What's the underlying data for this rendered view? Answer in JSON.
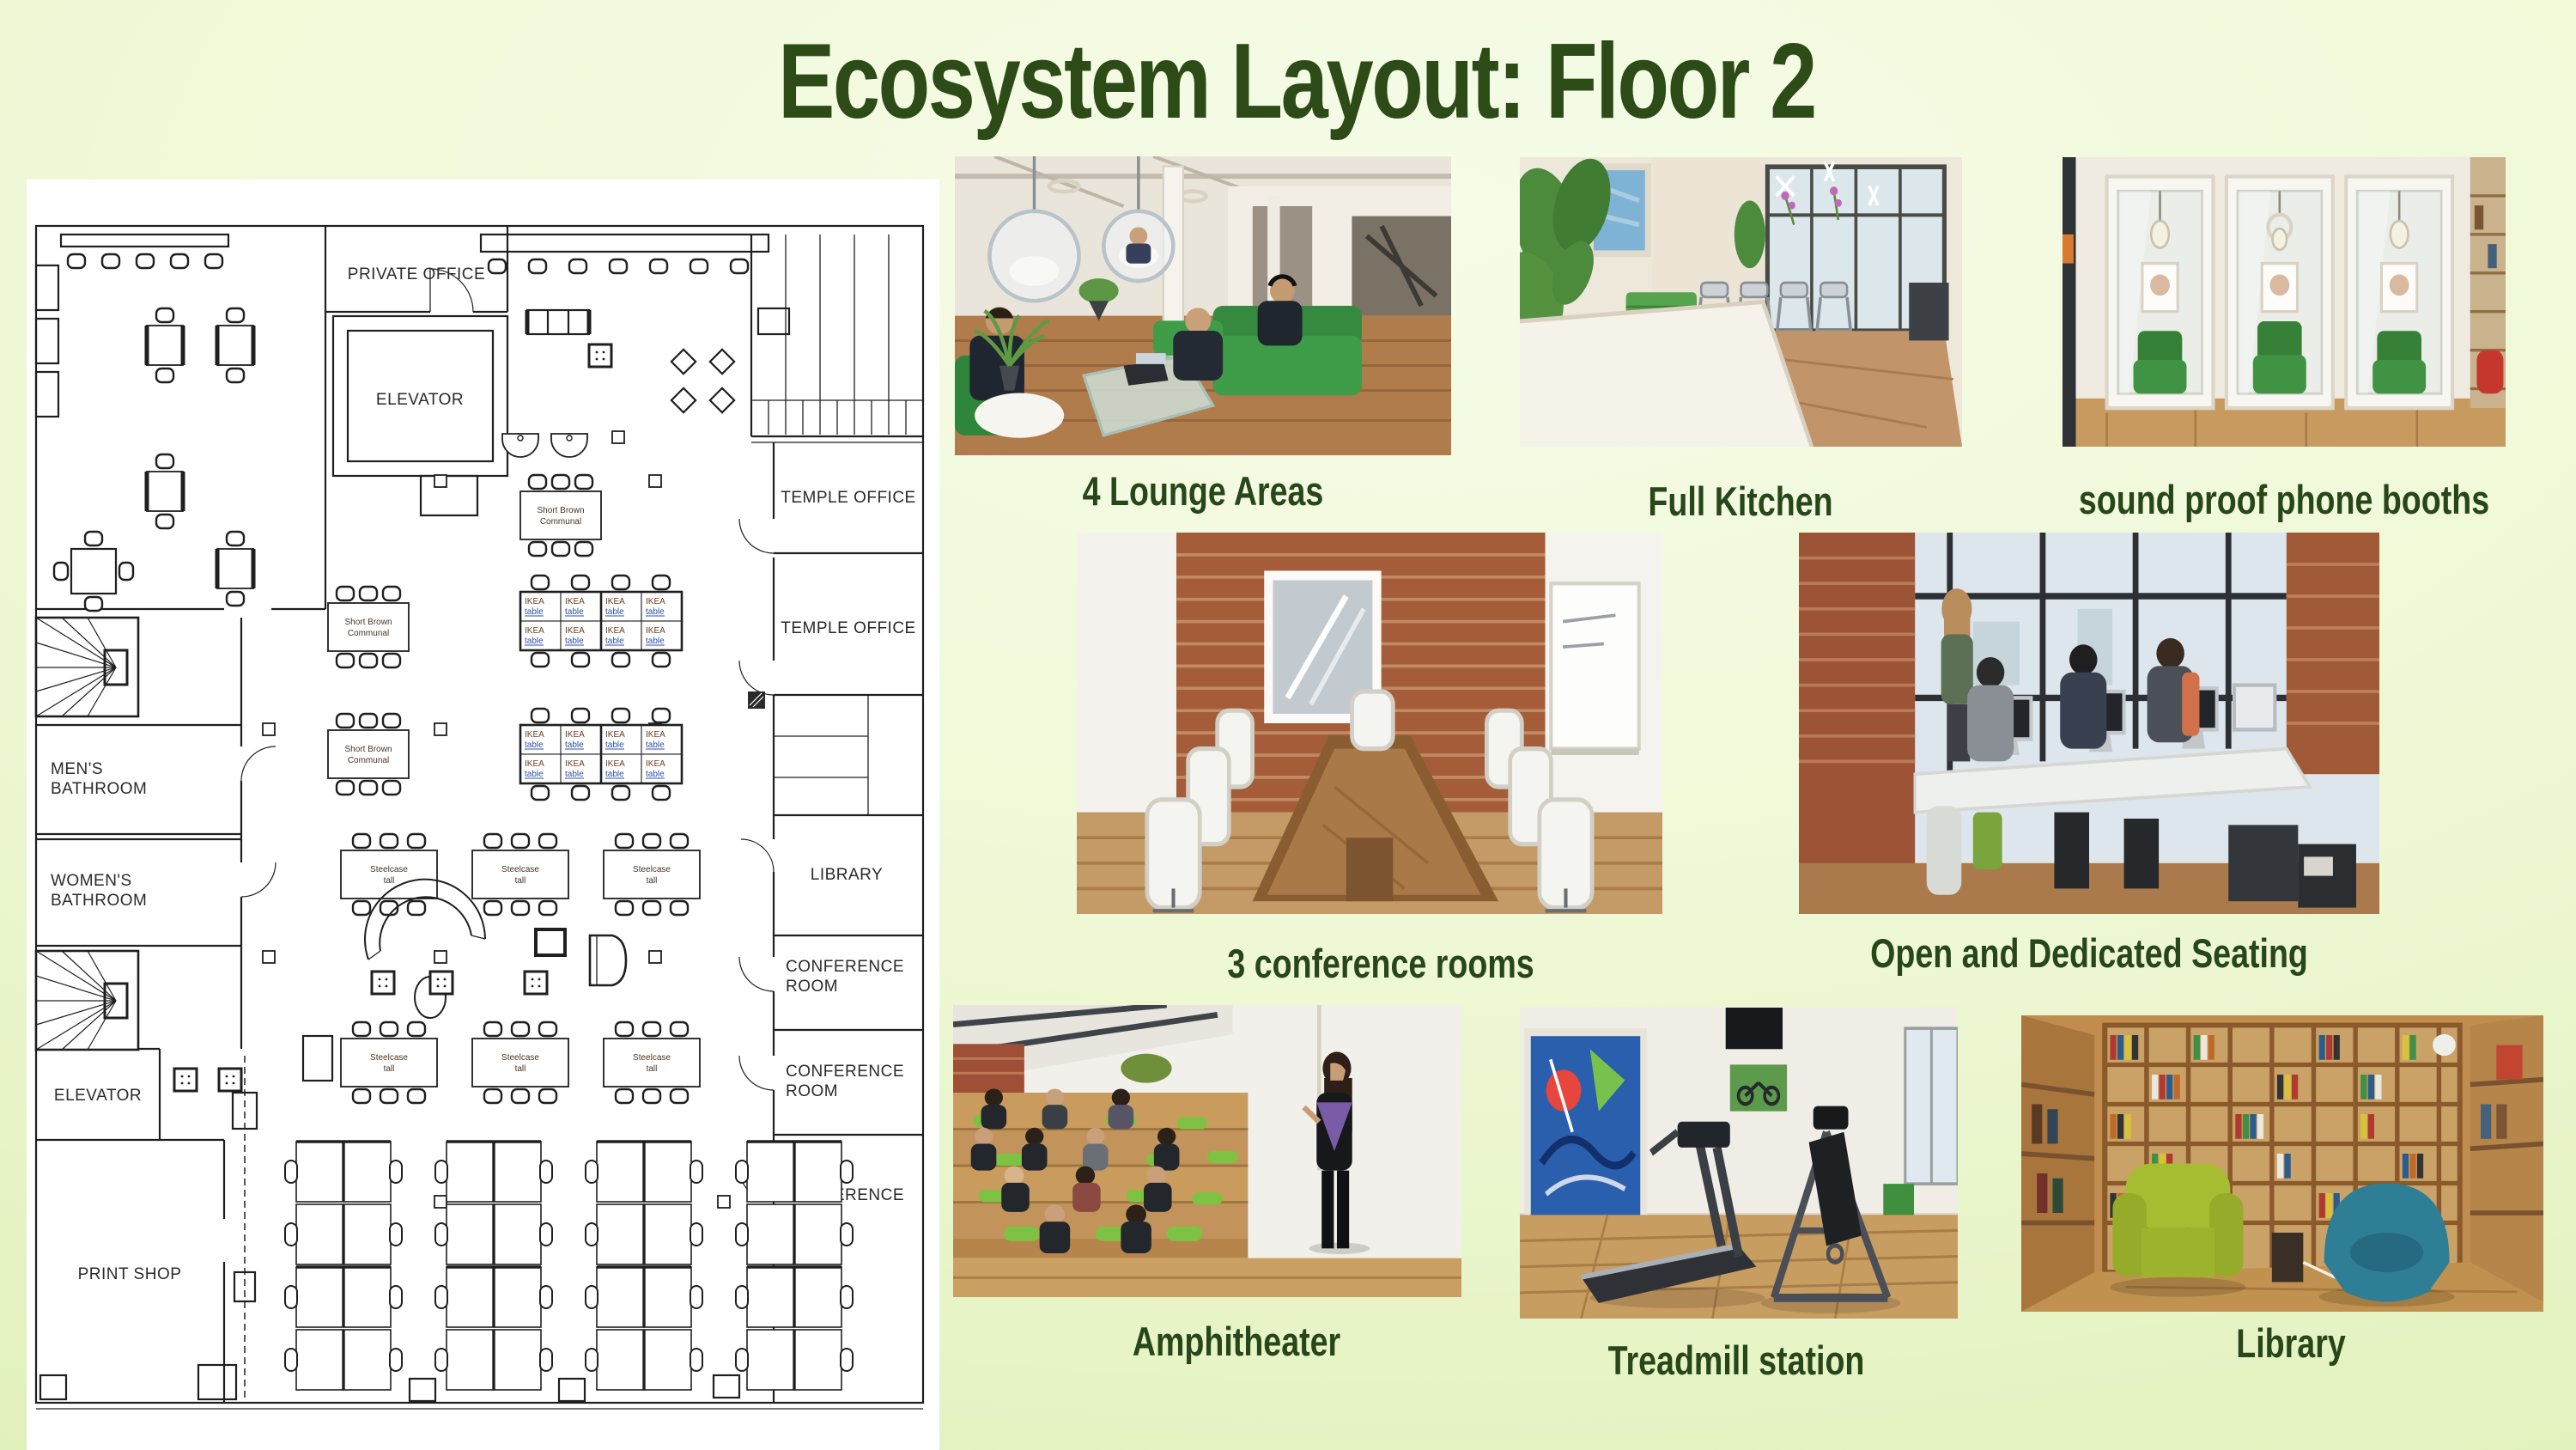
{
  "slide": {
    "title": "Ecosystem Layout: Floor 2"
  },
  "colors": {
    "title_green": "#2c4b17",
    "caption_green": "#27461a",
    "background_center": "#f6fce8",
    "background_edge": "#d2e7a2",
    "plan_ink": "#1f1f1f",
    "brand_green": "#3f9c49"
  },
  "floor_plan": {
    "labels": {
      "private_office": "PRIVATE OFFICE",
      "elevator": "ELEVATOR",
      "temple_office": "TEMPLE OFFICE",
      "library": "LIBRARY",
      "conference_room": [
        "CONFERENCE",
        "ROOM"
      ],
      "mens_bathroom": [
        "MEN'S",
        "BATHROOM"
      ],
      "womens_bathroom": [
        "WOMEN'S",
        "BATHROOM"
      ],
      "print_shop": "PRINT SHOP"
    },
    "furniture": {
      "communal": [
        "Short Brown",
        "Communal"
      ],
      "ikea": [
        "IKEA",
        "table"
      ],
      "steelcase": [
        "Steelcase",
        "tall"
      ]
    }
  },
  "photos": [
    {
      "id": "lounge",
      "caption": "4 Lounge Areas"
    },
    {
      "id": "kitchen",
      "caption": "Full Kitchen"
    },
    {
      "id": "phone-booths",
      "caption": "sound proof phone booths"
    },
    {
      "id": "conference-rooms",
      "caption": "3 conference rooms"
    },
    {
      "id": "open-seating",
      "caption": "Open and Dedicated Seating"
    },
    {
      "id": "amphitheater",
      "caption": "Amphitheater"
    },
    {
      "id": "treadmill",
      "caption": "Treadmill station"
    },
    {
      "id": "library",
      "caption": "Library"
    }
  ]
}
